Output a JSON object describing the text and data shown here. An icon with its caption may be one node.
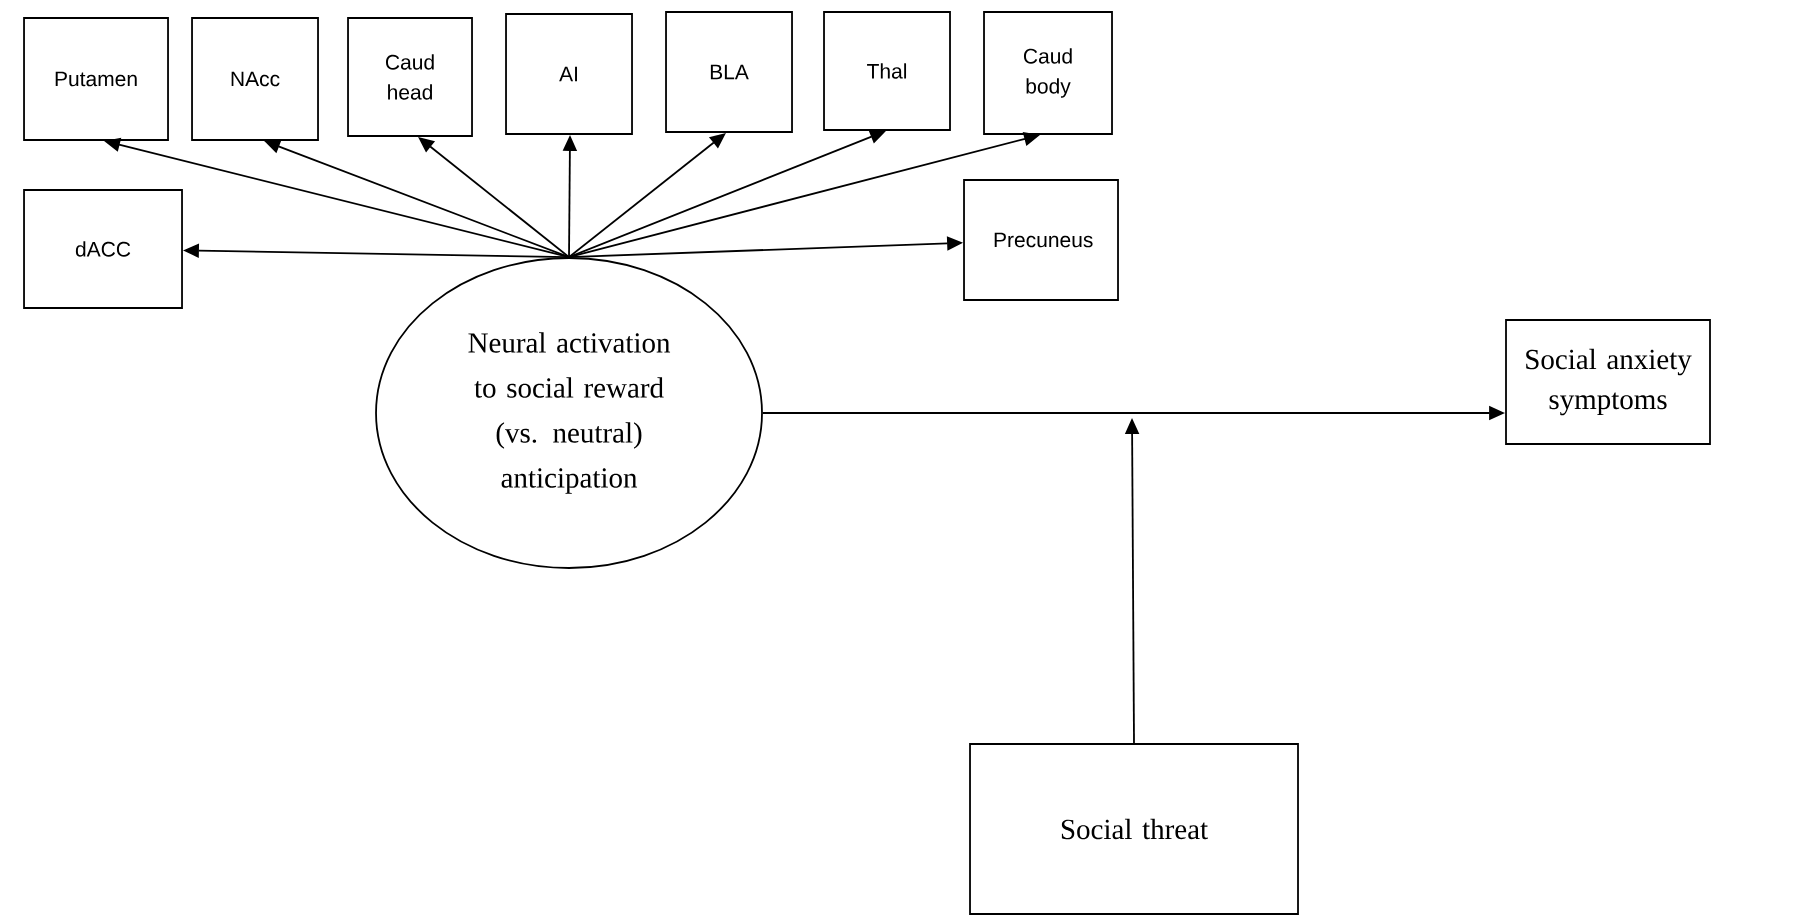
{
  "diagram": {
    "nodes": [
      {
        "text": [
          "Putamen"
        ]
      },
      {
        "text": [
          "NAcc"
        ]
      },
      {
        "text": [
          "Caud head"
        ]
      },
      {
        "text": [
          "AI"
        ]
      },
      {
        "text": [
          "BLA"
        ]
      },
      {
        "text": [
          "Thal"
        ]
      },
      {
        "text": [
          "Caud body"
        ]
      },
      {
        "text": [
          "dACC"
        ]
      },
      {
        "text": [
          "Precuneus"
        ]
      },
      {
        "text": [
          "Neural activation to social reward (vs. neutral) anticipation"
        ]
      },
      {
        "text": [
          "Social anxiety symptoms"
        ]
      },
      {
        "text": [
          "Social threat"
        ]
      }
    ],
    "edges": [
      {
        "from": 9,
        "to": 0,
        "arrow": "to"
      },
      {
        "from": 9,
        "to": 1,
        "arrow": "to"
      },
      {
        "from": 9,
        "to": 2,
        "arrow": "to"
      },
      {
        "from": 9,
        "to": 3,
        "arrow": "to"
      },
      {
        "from": 9,
        "to": 4,
        "arrow": "to"
      },
      {
        "from": 9,
        "to": 5,
        "arrow": "to"
      },
      {
        "from": 9,
        "to": 6,
        "arrow": "to"
      },
      {
        "from": 9,
        "to": 7,
        "arrow": "to"
      },
      {
        "from": 9,
        "to": 8,
        "arrow": "to"
      },
      {
        "from": 9,
        "to": 10,
        "arrow": "to"
      },
      {
        "from": 11,
        "to": null,
        "arrow": "to"
      }
    ]
  }
}
